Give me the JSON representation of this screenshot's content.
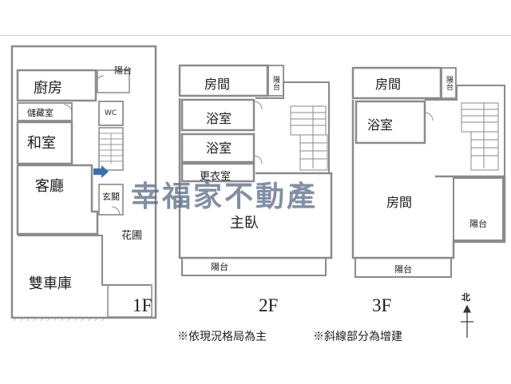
{
  "watermark": "幸福家不動產",
  "floor_1": {
    "tag": "1F",
    "rooms": {
      "balcony": "陽台",
      "kitchen": "廚房",
      "wc": "WC",
      "storage": "儲藏室",
      "japanese_room": "和室",
      "living_room": "客廳",
      "entrance": "玄關",
      "garden": "花圃",
      "garage": "雙車庫"
    }
  },
  "floor_2": {
    "tag": "2F",
    "rooms": {
      "room": "房間",
      "balcony_top": "陽台",
      "bath_1": "浴室",
      "bath_2": "浴室",
      "closet": "更衣室",
      "master_bedroom": "主臥",
      "balcony_bottom": "陽台"
    }
  },
  "floor_3": {
    "tag": "3F",
    "rooms": {
      "room_top": "房間",
      "balcony_top": "陽台",
      "bath": "浴室",
      "room_main": "房間",
      "balcony_right": "陽台",
      "balcony_bottom": "陽台"
    }
  },
  "notes": {
    "current_layout": "※依現況格局為主",
    "hatched_extension": "※斜線部分為增建"
  },
  "compass": {
    "label": "北"
  },
  "colors": {
    "wall": "#8a8a8a",
    "arrow": "#3a6fb7",
    "watermark": "#5e708c"
  }
}
